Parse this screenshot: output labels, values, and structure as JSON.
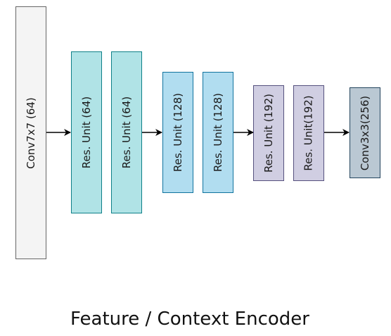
{
  "blocks": {
    "conv7x7": "Conv7x7 (64)",
    "res64_a": "Res. Unit (64)",
    "res64_b": "Res. Unit (64)",
    "res128_a": "Res. Unit (128)",
    "res128_b": "Res. Unit (128)",
    "res192_a": "Res. Unit (192)",
    "res192_b": "Res. Unit(192)",
    "conv3x3": "Conv3x3(256)"
  },
  "caption": "Feature / Context Encoder",
  "colors": {
    "conv7_fill": "#f4f4f4",
    "teal_fill": "#b0e3e6",
    "blue_fill": "#b1ddf0",
    "purple_fill": "#d0cee2",
    "gray_fill": "#bac8d3"
  }
}
